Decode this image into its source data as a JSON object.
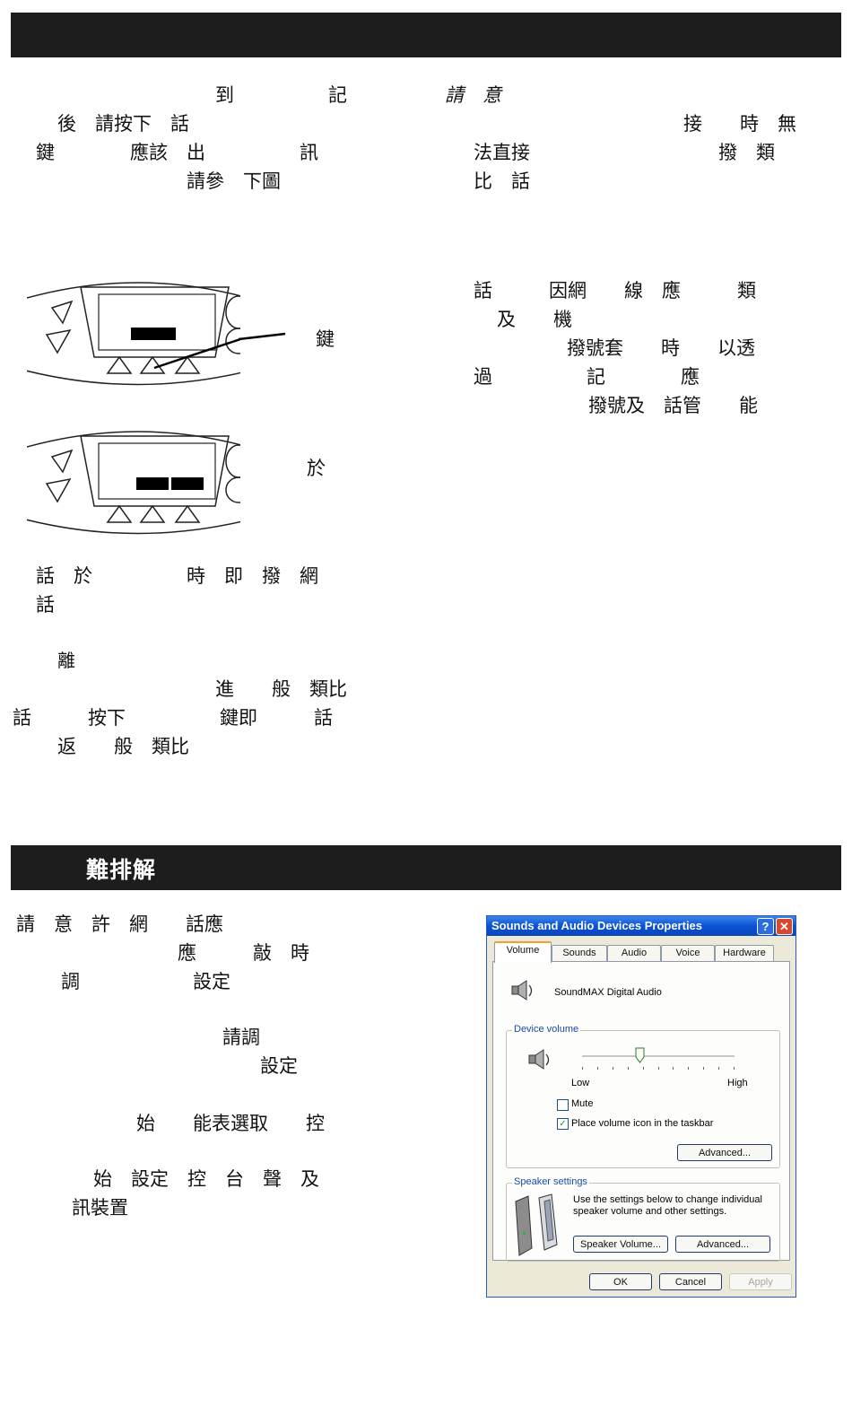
{
  "header_bar_1": {
    "title": ""
  },
  "left_top": {
    "line1": "到　　　　　記",
    "line2": "後　請按下　話",
    "line3": "鍵　　　　應該　出　　　　　訊",
    "line4": "請參　下圖"
  },
  "right_top": {
    "line1": "請　意",
    "line2": "接　　時　無",
    "line3": "法直接　　　　　　　　　　撥　類",
    "line4": "比　話"
  },
  "device_1": {
    "callout": "鍵"
  },
  "device_2": {
    "callout": "於"
  },
  "right_mid": {
    "line1": "話　　　因網　　線　應　　　類",
    "line2": "及　　機",
    "line3": "撥號套　　時　　以透",
    "line4": "過　　　　　記　　　　應",
    "line5": "撥號及　話管　　能"
  },
  "left_mid": {
    "line1": "話　於　　　　　時　即　撥　網",
    "line2": "話"
  },
  "left_bottom": {
    "line1": "離",
    "line2": "進　　般　類比",
    "line3": "話　　　按下　　　　　鍵即　　　話",
    "line4": "返　　般　類比"
  },
  "header_bar_2": {
    "title": "難排解"
  },
  "trouble": {
    "line1": "請　意　許　網　　話應",
    "line2": "應　　　敲　時",
    "line3": "調　　　　　　設定",
    "line4": "請調",
    "line5": "設定",
    "line6": "始　　能表選取　　控",
    "line7": "始　設定　控　台　聲　及",
    "line8": "訊裝置"
  },
  "dialog": {
    "title": "Sounds and Audio Devices Properties",
    "help_label": "?",
    "close_label": "✕",
    "tabs": [
      "Volume",
      "Sounds",
      "Audio",
      "Voice",
      "Hardware"
    ],
    "device_name": "SoundMAX Digital Audio",
    "device_volume_group": "Device volume",
    "slider_low": "Low",
    "slider_high": "High",
    "volume_level": 0.37,
    "mute_label": "Mute",
    "mute_checked": false,
    "taskbar_label": "Place volume icon in the taskbar",
    "taskbar_checked": true,
    "advanced_label": "Advanced...",
    "speaker_group": "Speaker settings",
    "speaker_text_1": "Use the settings below to change individual",
    "speaker_text_2": "speaker volume and other settings.",
    "speaker_volume_label": "Speaker Volume...",
    "speaker_advanced_label": "Advanced...",
    "ok_label": "OK",
    "cancel_label": "Cancel",
    "apply_label": "Apply",
    "check_glyph": "✓",
    "icons": [
      "speaker-icon",
      "speaker-volume-icon",
      "desktop-speakers-icon"
    ]
  },
  "colors": {
    "bar": "#1d1d1d",
    "titlebar": "#0a52d4",
    "close": "#d9472c",
    "group_label": "#1a4ba8"
  }
}
